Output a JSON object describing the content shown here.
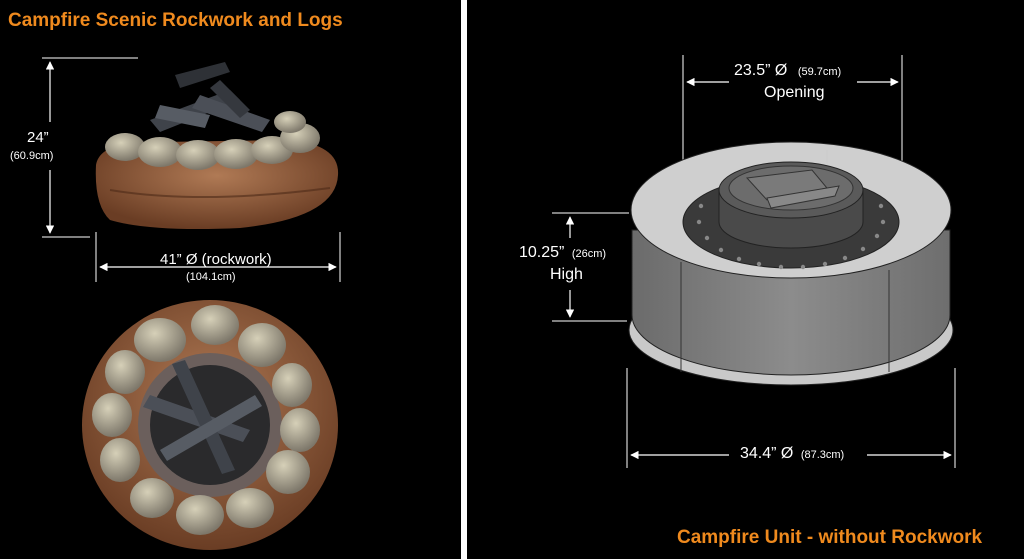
{
  "left": {
    "title": "Campfire Scenic Rockwork and Logs",
    "height_main": "24”",
    "height_metric": "(60.9cm)",
    "width_main": "41” Ø (rockwork)",
    "width_metric": "(104.1cm)"
  },
  "right": {
    "title": "Campfire Unit - without Rockwork",
    "opening_main": "23.5” Ø",
    "opening_metric": "(59.7cm)",
    "opening_label": "Opening",
    "height_main": "10.25”",
    "height_metric": "(26cm)",
    "height_label": "High",
    "diameter_main": "34.4” Ø",
    "diameter_metric": "(87.3cm)"
  },
  "colors": {
    "accent": "#ef8a1e",
    "background": "#000000",
    "divider": "#ffffff"
  }
}
